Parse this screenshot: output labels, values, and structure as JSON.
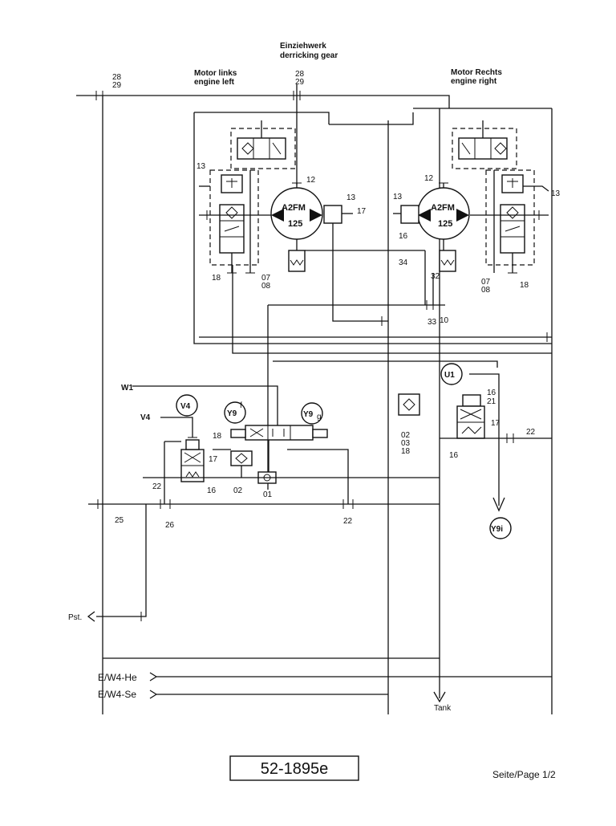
{
  "headers": {
    "center_de": "Einziehwerk",
    "center_en": "derricking gear",
    "left_de": "Motor links",
    "left_en": "engine left",
    "right_de": "Motor Rechts",
    "right_en": "engine right"
  },
  "motors": {
    "left": {
      "type": "A2FM",
      "size": "125"
    },
    "right": {
      "type": "A2FM",
      "size": "125"
    }
  },
  "ports": {
    "p28": "28",
    "p29": "29",
    "p12": "12",
    "p13": "13",
    "p17": "17",
    "p16": "16",
    "p18": "18",
    "p07": "07",
    "p08": "08",
    "p34": "34",
    "p32": "32",
    "p33": "33",
    "p10": "10",
    "p21": "21",
    "p22": "22",
    "p02": "02",
    "p03": "03",
    "p01": "01",
    "p25": "25",
    "p26": "26"
  },
  "signals": {
    "w1": "W1",
    "v4": "V4",
    "u1": "U1",
    "y9f_main": "Y9",
    "y9f_sub": "f",
    "y9g_main": "Y9",
    "y9g_sub": "g",
    "y9i": "Y9i"
  },
  "lines": {
    "pst": "Pst.",
    "ew4he": "E/W4-He",
    "ew4se": "E/W4-Se",
    "tank": "Tank"
  },
  "footer": {
    "drawing_no": "52-1895e",
    "page": "Seite/Page 1/2"
  }
}
